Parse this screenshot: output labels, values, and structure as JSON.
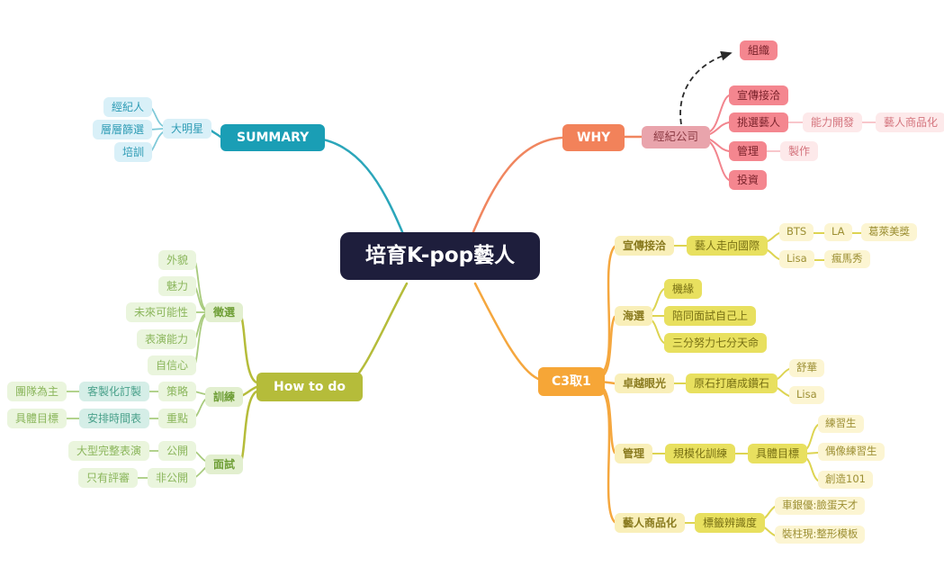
{
  "center": {
    "label": "培育K-pop藝人"
  },
  "summary": {
    "label": "SUMMARY",
    "star": "大明星",
    "children": [
      "經紀人",
      "層層篩選",
      "培訓"
    ]
  },
  "why": {
    "label": "WHY",
    "agency": "經紀公司",
    "org": "組織",
    "items": [
      "宣傳接洽",
      "挑選藝人",
      "管理",
      "投資"
    ],
    "develop": "能力開發",
    "productize": "藝人商品化",
    "production": "製作"
  },
  "howto": {
    "label": "How to do",
    "audition": {
      "label": "徵選",
      "children": [
        "外貌",
        "魅力",
        "未來可能性",
        "表演能力",
        "自信心"
      ]
    },
    "training": {
      "label": "訓練",
      "strategy": "策略",
      "custom": "客製化訂製",
      "team": "團隊為主",
      "focus": "重點",
      "schedule": "安排時間表",
      "goal": "具體目標"
    },
    "interview": {
      "label": "面試",
      "public": "公開",
      "bigshow": "大型完整表演",
      "private": "非公開",
      "judges": "只有評審"
    }
  },
  "c3": {
    "label": "C3取1",
    "promo": {
      "label": "宣傳接洽",
      "intl": "藝人走向國際",
      "bts": "BTS",
      "la": "LA",
      "grammy": "葛萊美獎",
      "lisa": "Lisa",
      "crazyhorse": "瘋馬秀"
    },
    "casting": {
      "label": "海選",
      "children": [
        "機緣",
        "陪同面試自己上",
        "三分努力七分天命"
      ]
    },
    "vision": {
      "label": "卓越眼光",
      "diamond": "原石打磨成鑽石",
      "shuhua": "舒華",
      "lisa": "Lisa"
    },
    "mgmt": {
      "label": "管理",
      "scale": "規模化訓練",
      "goal": "具體目標",
      "children": [
        "練習生",
        "偶像練習生",
        "創造101"
      ]
    },
    "product": {
      "label": "藝人商品化",
      "tag": "標籤辨識度",
      "children": [
        "車銀優:臉蛋天才",
        "裝柱現:整形模板"
      ]
    }
  },
  "colors": {
    "center_bg": "#1e1e3c",
    "teal": "#1a9eb5",
    "teal_light": "#d9f0f8",
    "coral": "#f2825a",
    "agency_pink": "#e9a4ac",
    "red": "#f4868f",
    "red_light": "#fde9ea",
    "olive": "#b5bc3a",
    "green_light": "#e2efcf",
    "amber": "#f6a637",
    "yellow": "#e8e05f",
    "cream": "#fcf5d2"
  }
}
